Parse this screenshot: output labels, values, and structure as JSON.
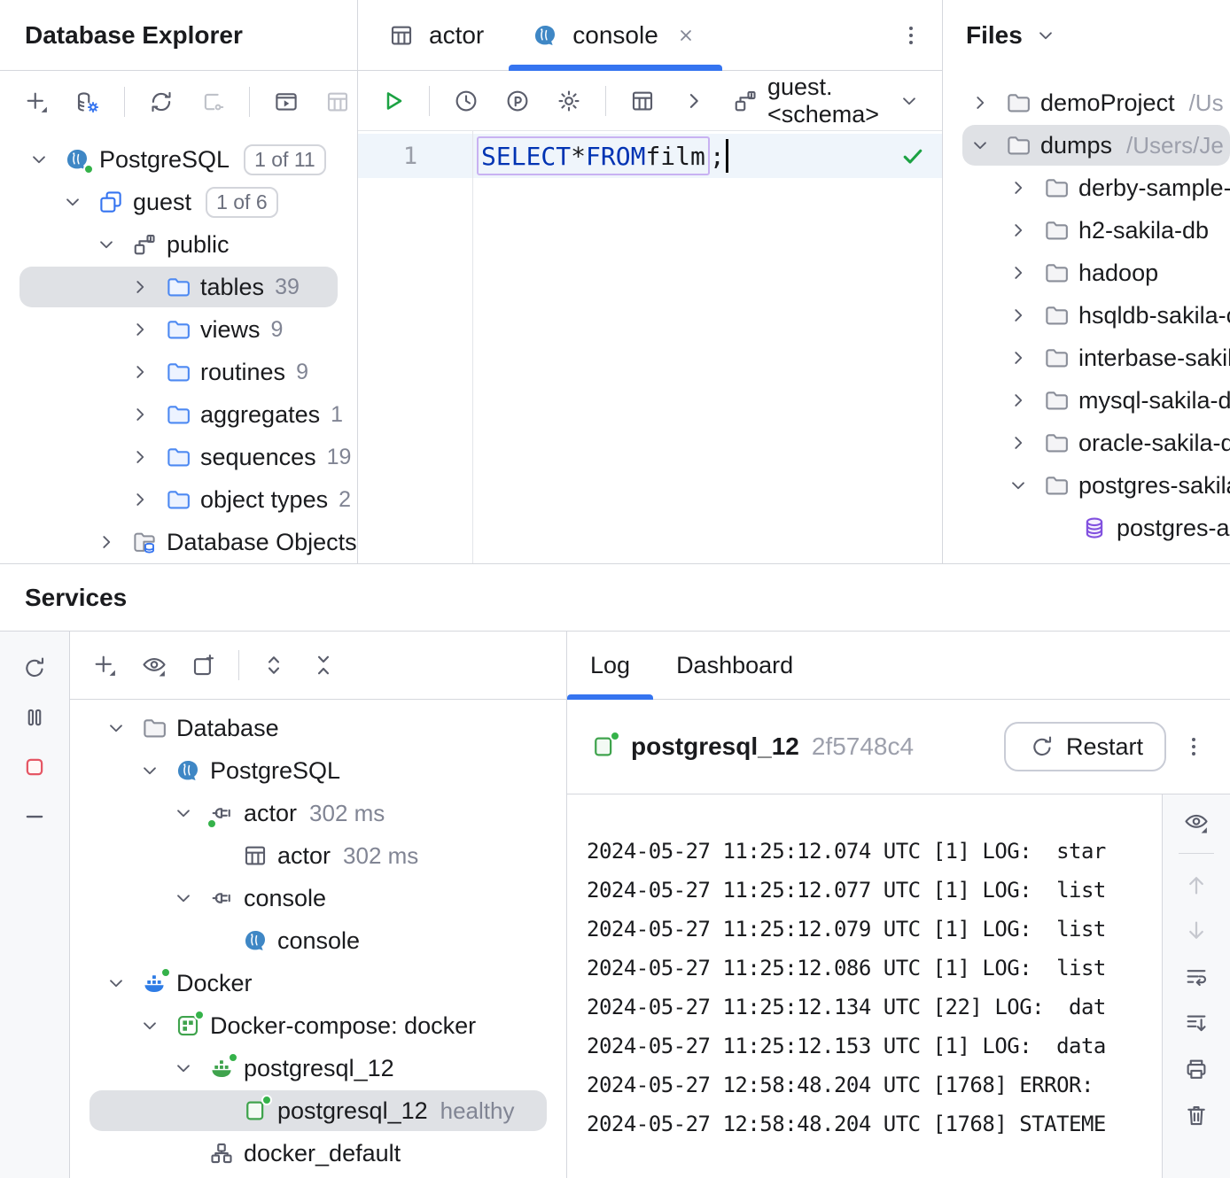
{
  "db_explorer": {
    "title": "Database Explorer",
    "toolbar_icons": [
      "add",
      "data-source-settings",
      "sync",
      "disconnect",
      "jump-to-console",
      "table-view",
      "more"
    ],
    "tree": [
      {
        "label": "PostgreSQL",
        "badge": "1 of 11",
        "level": 0,
        "icon": "postgres",
        "chevron": "down",
        "dot": "br"
      },
      {
        "label": "guest",
        "badge": "1 of 6",
        "level": 1,
        "icon": "database",
        "chevron": "down"
      },
      {
        "label": "public",
        "level": 2,
        "icon": "schema",
        "chevron": "down"
      },
      {
        "label": "tables",
        "count": "39",
        "level": 3,
        "icon": "folder-blue",
        "chevron": "right",
        "selected": true
      },
      {
        "label": "views",
        "count": "9",
        "level": 3,
        "icon": "folder-blue",
        "chevron": "right"
      },
      {
        "label": "routines",
        "count": "9",
        "level": 3,
        "icon": "folder-blue",
        "chevron": "right"
      },
      {
        "label": "aggregates",
        "count": "1",
        "level": 3,
        "icon": "folder-blue",
        "chevron": "right"
      },
      {
        "label": "sequences",
        "count": "19",
        "level": 3,
        "icon": "folder-blue",
        "chevron": "right"
      },
      {
        "label": "object types",
        "count": "2",
        "level": 3,
        "icon": "folder-blue",
        "chevron": "right"
      },
      {
        "label": "Database Objects",
        "level": 2,
        "icon": "db-objects",
        "chevron": "right"
      }
    ]
  },
  "editor": {
    "tabs": [
      {
        "label": "actor",
        "icon": "table",
        "active": false,
        "closable": false
      },
      {
        "label": "console",
        "icon": "postgres",
        "active": true,
        "closable": true
      }
    ],
    "schema_selector": "guest.<schema>",
    "line_number": "1",
    "statement_tokens": [
      {
        "t": "SELECT",
        "kw": true
      },
      {
        "t": " * ",
        "kw": false
      },
      {
        "t": "FROM",
        "kw": true
      },
      {
        "t": " film",
        "kw": false
      }
    ],
    "after_statement": ";"
  },
  "files": {
    "title": "Files",
    "tree": [
      {
        "label": "demoProject",
        "path": "/Us",
        "level": 0,
        "icon": "folder-gray",
        "chevron": "right"
      },
      {
        "label": "dumps",
        "path": "/Users/Je",
        "level": 0,
        "icon": "folder-gray",
        "chevron": "down",
        "selected": true
      },
      {
        "label": "derby-sample-",
        "level": 1,
        "icon": "folder-gray",
        "chevron": "right"
      },
      {
        "label": "h2-sakila-db",
        "level": 1,
        "icon": "folder-gray",
        "chevron": "right"
      },
      {
        "label": "hadoop",
        "level": 1,
        "icon": "folder-gray",
        "chevron": "right"
      },
      {
        "label": "hsqldb-sakila-c",
        "level": 1,
        "icon": "folder-gray",
        "chevron": "right"
      },
      {
        "label": "interbase-sakil",
        "level": 1,
        "icon": "folder-gray",
        "chevron": "right"
      },
      {
        "label": "mysql-sakila-d",
        "level": 1,
        "icon": "folder-gray",
        "chevron": "right"
      },
      {
        "label": "oracle-sakila-d",
        "level": 1,
        "icon": "folder-gray",
        "chevron": "right"
      },
      {
        "label": "postgres-sakila",
        "level": 1,
        "icon": "folder-gray",
        "chevron": "down"
      },
      {
        "label": "postgres-ac",
        "level": 2,
        "icon": "db-purple",
        "chevron": "none"
      }
    ]
  },
  "services": {
    "title": "Services",
    "left_toolbar_icons": [
      "rerun",
      "pause",
      "stop",
      "hide"
    ],
    "toolbar_icons": [
      "add",
      "show-options",
      "open-in-new-tab",
      "expand-all",
      "collapse-all"
    ],
    "tree": [
      {
        "label": "Database",
        "level": 0,
        "icon": "folder-gray",
        "chevron": "down"
      },
      {
        "label": "PostgreSQL",
        "level": 1,
        "icon": "postgres",
        "chevron": "down"
      },
      {
        "label": "actor",
        "meta": "302 ms",
        "level": 2,
        "icon": "plug",
        "chevron": "down",
        "dot": "bl"
      },
      {
        "label": "actor",
        "meta": "302 ms",
        "level": 3,
        "icon": "table",
        "chevron": "none"
      },
      {
        "label": "console",
        "level": 2,
        "icon": "plug",
        "chevron": "down"
      },
      {
        "label": "console",
        "level": 3,
        "icon": "postgres",
        "chevron": "none"
      },
      {
        "label": "Docker",
        "level": 0,
        "icon": "whale-blue",
        "chevron": "down",
        "dot": "tr"
      },
      {
        "label": "Docker-compose: docker",
        "level": 1,
        "icon": "compose",
        "chevron": "down",
        "dot": "tr"
      },
      {
        "label": "postgresql_12",
        "level": 2,
        "icon": "whale-green",
        "chevron": "down",
        "dot": "tr"
      },
      {
        "label": "postgresql_12",
        "meta": "healthy",
        "level": 3,
        "icon": "container",
        "chevron": "none",
        "dot": "tr",
        "selected": true
      },
      {
        "label": "docker_default",
        "level": 2,
        "icon": "network",
        "chevron": "none"
      }
    ],
    "log": {
      "tabs": [
        {
          "label": "Log",
          "active": true
        },
        {
          "label": "Dashboard",
          "active": false
        }
      ],
      "container": {
        "name": "postgresql_12",
        "hash": "2f5748c4",
        "restart_label": "Restart"
      },
      "lines": [
        "2024-05-27 11:25:12.074 UTC [1] LOG:  star",
        "2024-05-27 11:25:12.077 UTC [1] LOG:  list",
        "2024-05-27 11:25:12.079 UTC [1] LOG:  list",
        "2024-05-27 11:25:12.086 UTC [1] LOG:  list",
        "2024-05-27 11:25:12.134 UTC [22] LOG:  dat",
        "2024-05-27 11:25:12.153 UTC [1] LOG:  data",
        "2024-05-27 12:58:48.204 UTC [1768] ERROR: ",
        "2024-05-27 12:58:48.204 UTC [1768] STATEME"
      ],
      "right_toolbar_icons": [
        "show-options",
        "up",
        "down",
        "soft-wrap",
        "scroll-to-end",
        "print",
        "clear"
      ]
    }
  }
}
